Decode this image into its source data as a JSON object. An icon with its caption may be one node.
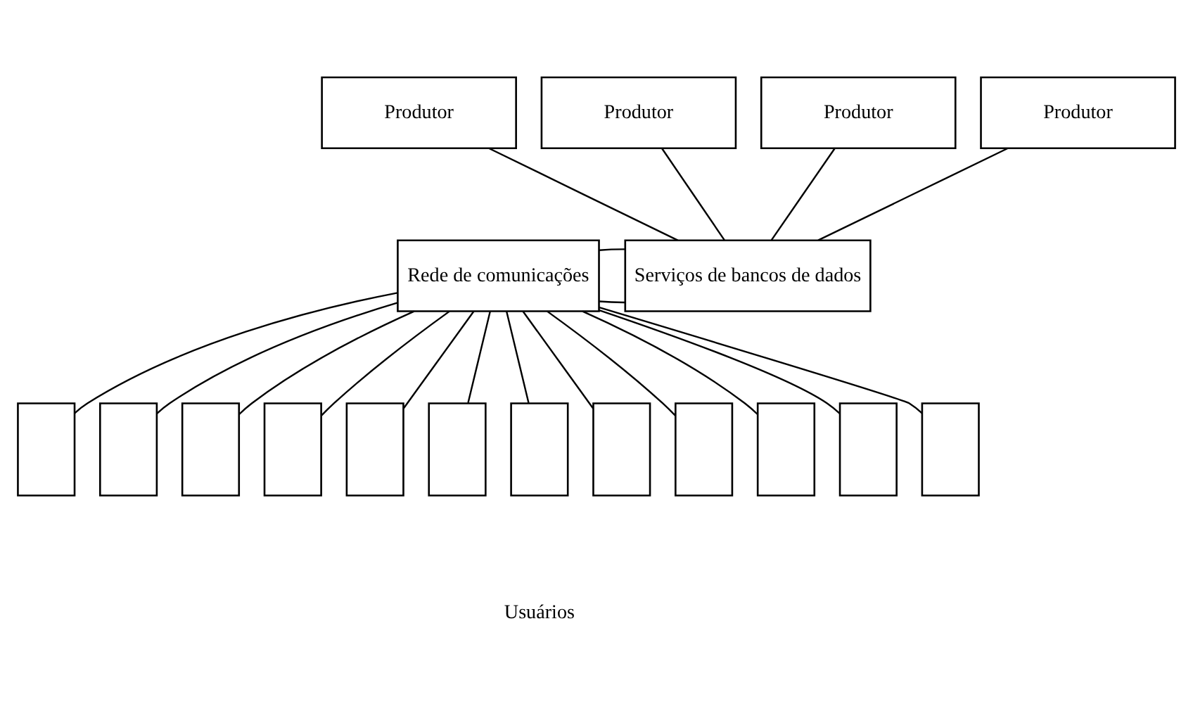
{
  "diagram": {
    "nodes": [
      {
        "text": [
          "Produtor"
        ]
      },
      {
        "text": [
          "Produtor"
        ]
      },
      {
        "text": [
          "Produtor"
        ]
      },
      {
        "text": [
          "Produtor"
        ]
      },
      {
        "text": [
          "Rede de comunicações"
        ]
      },
      {
        "text": [
          "Serviços de bancos de dados"
        ]
      },
      {
        "text": [],
        "shape": "box"
      },
      {
        "text": [],
        "shape": "box"
      },
      {
        "text": [],
        "shape": "box"
      },
      {
        "text": [],
        "shape": "box"
      },
      {
        "text": [],
        "shape": "box"
      },
      {
        "text": [],
        "shape": "box"
      },
      {
        "text": [],
        "shape": "box"
      },
      {
        "text": [],
        "shape": "box"
      },
      {
        "text": [],
        "shape": "box"
      },
      {
        "text": [],
        "shape": "box"
      },
      {
        "text": [],
        "shape": "box"
      },
      {
        "text": [],
        "shape": "box"
      }
    ],
    "edges": [
      {
        "from": 0,
        "to": 5,
        "arrow": "none"
      },
      {
        "from": 1,
        "to": 5,
        "arrow": "none"
      },
      {
        "from": 2,
        "to": 5,
        "arrow": "none"
      },
      {
        "from": 3,
        "to": 5,
        "arrow": "none"
      },
      {
        "from": 4,
        "to": 5,
        "arrow": "none"
      },
      {
        "from": 4,
        "to": 5,
        "arrow": "none"
      },
      {
        "from": 4,
        "to": 6,
        "arrow": "none"
      },
      {
        "from": 4,
        "to": 7,
        "arrow": "none"
      },
      {
        "from": 4,
        "to": 8,
        "arrow": "none"
      },
      {
        "from": 4,
        "to": 9,
        "arrow": "none"
      },
      {
        "from": 4,
        "to": 10,
        "arrow": "none"
      },
      {
        "from": 4,
        "to": 11,
        "arrow": "none"
      },
      {
        "from": 4,
        "to": 12,
        "arrow": "none"
      },
      {
        "from": 4,
        "to": 13,
        "arrow": "none"
      },
      {
        "from": 4,
        "to": 14,
        "arrow": "none"
      },
      {
        "from": 4,
        "to": 15,
        "arrow": "none"
      },
      {
        "from": 4,
        "to": 16,
        "arrow": "none"
      },
      {
        "from": 4,
        "to": 17,
        "arrow": "none"
      }
    ],
    "labels": [
      "Usuários"
    ]
  }
}
